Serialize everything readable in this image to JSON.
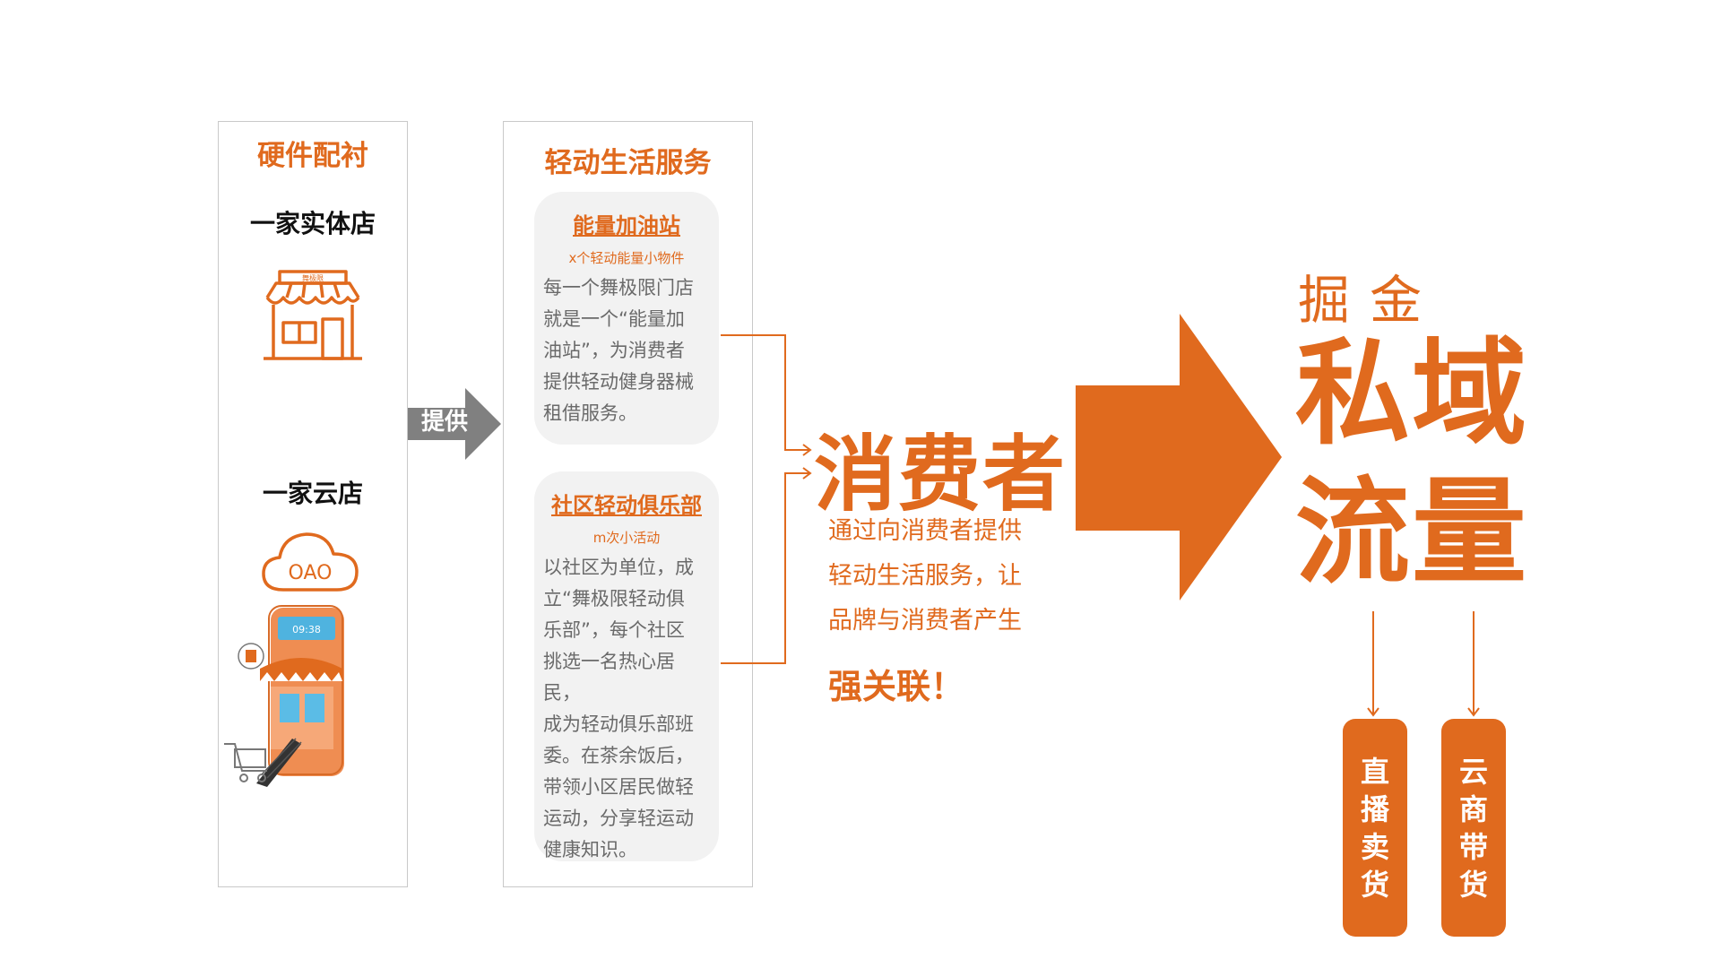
{
  "hardware": {
    "title": "硬件配衬",
    "store_physical": "一家实体店",
    "store_cloud": "一家云店",
    "cloud_badge": "OAO",
    "phone_time": "09:38",
    "store_sign": "舞极限"
  },
  "provide_label": "提供",
  "services": {
    "title": "轻动生活服务",
    "cards": [
      {
        "title": "能量加油站",
        "subtitle": "x个轻动能量小物件",
        "lines": [
          "每一个舞极限门店",
          "就是一个“能量加",
          "油站”，为消费者",
          "提供轻动健身器械",
          "租借服务。"
        ]
      },
      {
        "title": "社区轻动俱乐部",
        "subtitle": "m次小活动",
        "lines": [
          "以社区为单位，成",
          "立“舞极限轻动俱",
          "乐部”，每个社区",
          "挑选一名热心居民，",
          "成为轻动俱乐部班",
          "委。在茶余饭后，",
          "带领小区居民做轻",
          "运动，分享轻运动",
          "健康知识。"
        ]
      }
    ]
  },
  "consumer": {
    "word": "消费者",
    "desc_lines": [
      "通过向消费者提供",
      "轻动生活服务，让",
      "品牌与消费者产生"
    ],
    "desc_strong": "强关联！"
  },
  "result": {
    "dig": "掘金",
    "big_line1": "私域",
    "big_line2": "流量",
    "pills": [
      "直播卖货",
      "云商带货"
    ]
  },
  "colors": {
    "accent": "#e06a1e",
    "grey_arrow": "#808080",
    "card_bg": "#f2f2f2"
  }
}
